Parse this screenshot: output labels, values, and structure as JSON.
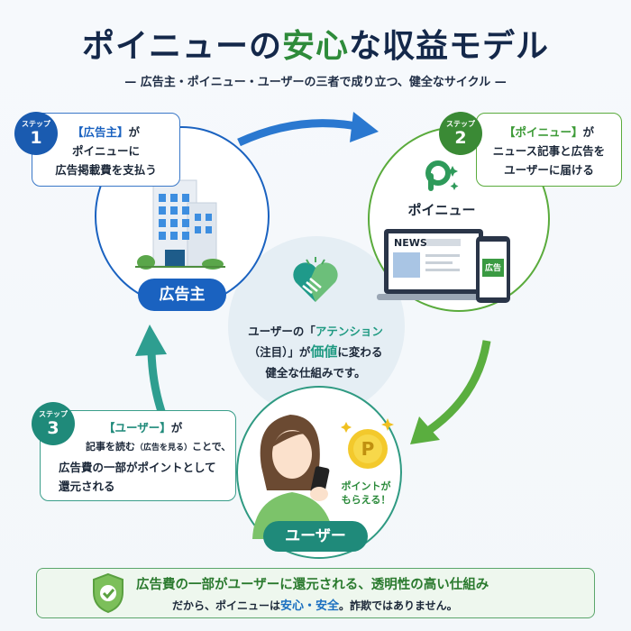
{
  "title": {
    "part1": "ポイニューの",
    "highlight": "安心",
    "part2": "な収益モデル"
  },
  "subtitle": "— 広告主・ポイニュー・ユーザーの三者で成り立つ、健全なサイクル —",
  "steps": [
    {
      "badge_label": "ステップ",
      "number": "1",
      "actor": "【広告主】",
      "line1_suffix": "が",
      "line2": "ポイニューに",
      "line3": "広告掲載費を支払う",
      "node_label": "広告主"
    },
    {
      "badge_label": "ステップ",
      "number": "2",
      "actor": "【ポイニュー】",
      "line1_suffix": "が",
      "line2": "ニュース記事と広告を",
      "line3": "ユーザーに届ける",
      "node_label": "ポイニュー"
    },
    {
      "badge_label": "ステップ",
      "number": "3",
      "actor": "【ユーザー】",
      "line1_suffix": "が",
      "line2a": "記事を読む",
      "line2b": "（広告を見る）",
      "line2c": "ことで、",
      "line3": "広告費の一部がポイントとして",
      "line4": "還元される",
      "node_label": "ユーザー"
    }
  ],
  "device": {
    "news": "NEWS",
    "ad": "広告"
  },
  "points_caption": {
    "line1": "ポイントが",
    "line2": "もらえる！"
  },
  "center": {
    "l1a": "ユーザーの「",
    "l1b": "アテンション",
    "l2a": "（注目）」が",
    "l2b": "価値",
    "l2c": "に変わる",
    "l3": "健全な仕組みです。"
  },
  "bottom": {
    "line1": "広告費の一部がユーザーに還元される、透明性の高い仕組み",
    "l2a": "だから、ポイニューは",
    "l2b": "安心・安全",
    "l2c": "。詐欺ではありません。"
  },
  "colors": {
    "blue": "#1a62c0",
    "green": "#4e9f3d",
    "teal": "#1f8a7a",
    "navy": "#14284a"
  }
}
